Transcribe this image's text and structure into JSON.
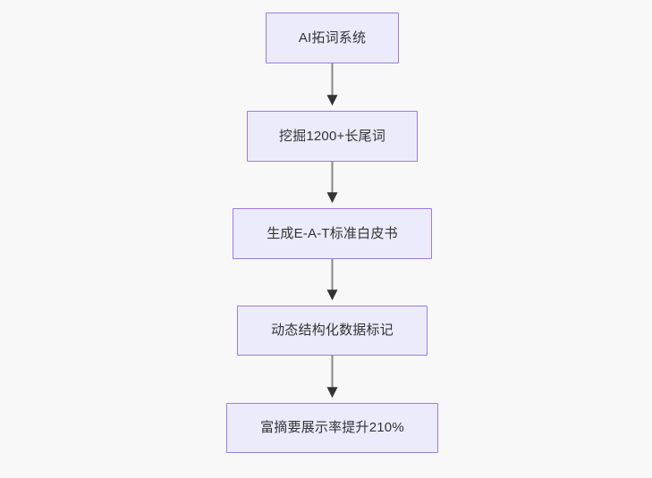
{
  "diagram": {
    "type": "flowchart",
    "direction": "top-to-bottom",
    "background_color": "#f8f8f8",
    "node_fill_color": "#ecebfc",
    "node_border_color": "#9f7ae0",
    "node_text_color": "#333333",
    "connector_color": "#888888",
    "arrowhead_color": "#333333",
    "nodes": [
      {
        "id": "node-0",
        "label": "AI拓词系统"
      },
      {
        "id": "node-1",
        "label": "挖掘1200+长尾词"
      },
      {
        "id": "node-2",
        "label": "生成E-A-T标准白皮书"
      },
      {
        "id": "node-3",
        "label": "动态结构化数据标记"
      },
      {
        "id": "node-4",
        "label": "富摘要展示率提升210%"
      }
    ],
    "edges": [
      {
        "from": "node-0",
        "to": "node-1",
        "label": ""
      },
      {
        "from": "node-1",
        "to": "node-2",
        "label": ""
      },
      {
        "from": "node-2",
        "to": "node-3",
        "label": ""
      },
      {
        "from": "node-3",
        "to": "node-4",
        "label": ""
      }
    ]
  }
}
